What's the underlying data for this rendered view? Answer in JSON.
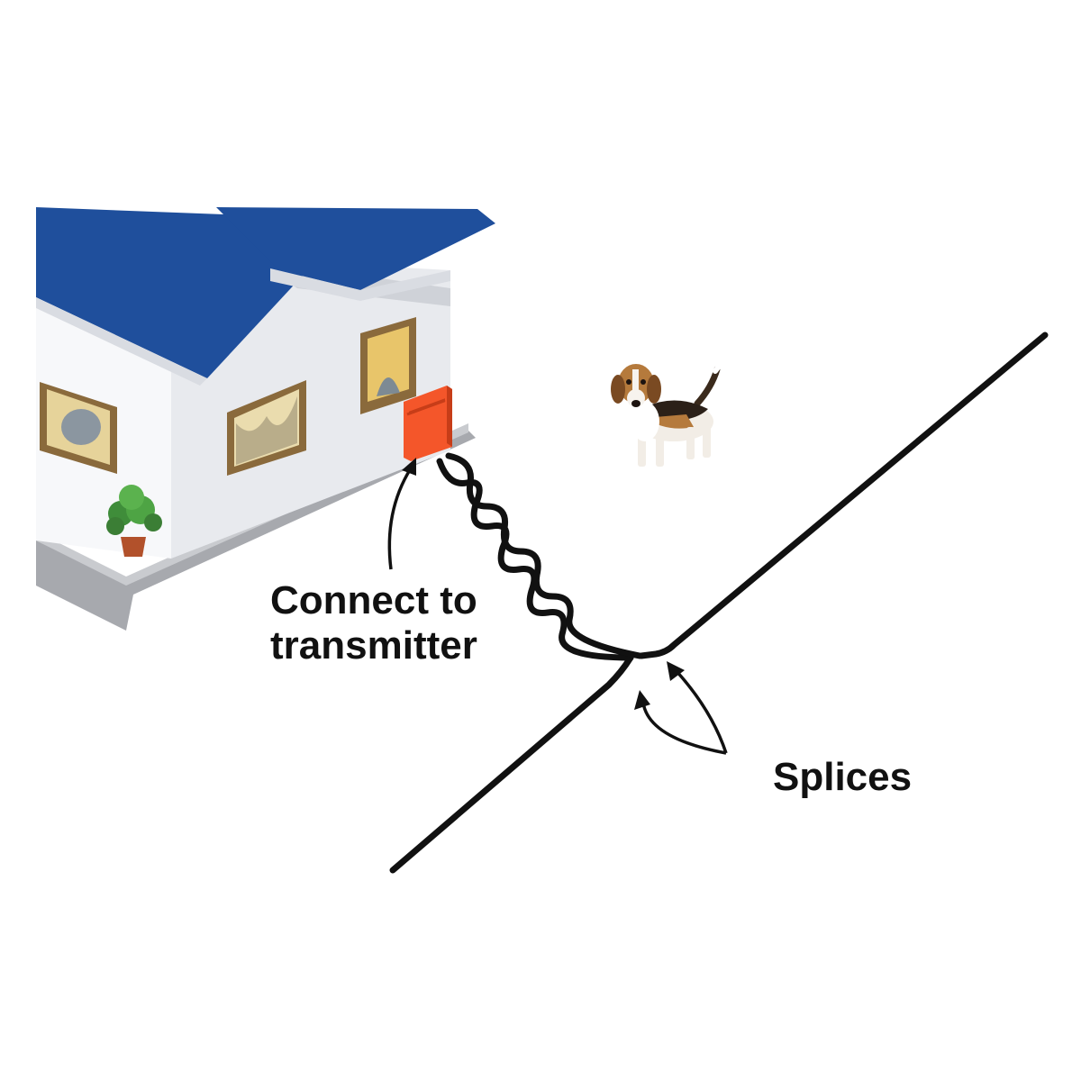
{
  "labels": {
    "connect_line1": "Connect to",
    "connect_line2": "transmitter",
    "splices": "Splices"
  },
  "colors": {
    "roof": "#1f4f9c",
    "wall": "#eceef2",
    "transmitter": "#f4562a",
    "wire": "#111111",
    "trim": "#9a9ca3"
  }
}
